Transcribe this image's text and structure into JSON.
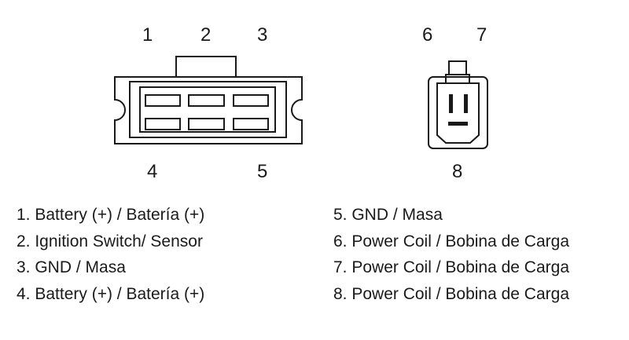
{
  "connector_left": {
    "pins_top": [
      "1",
      "2",
      "3"
    ],
    "pins_bottom": [
      "4",
      "5"
    ]
  },
  "connector_right": {
    "pins_top": [
      "6",
      "7"
    ],
    "pins_bottom": [
      "8"
    ]
  },
  "legend": {
    "left": [
      "1. Battery (+) / Batería (+)",
      "2. Ignition Switch/ Sensor",
      "3. GND / Masa",
      "4. Battery (+) / Batería (+)"
    ],
    "right": [
      "5. GND / Masa",
      "6. Power Coil / Bobina de Carga",
      "7. Power Coil / Bobina de Carga",
      "8. Power Coil / Bobina de Carga"
    ]
  }
}
